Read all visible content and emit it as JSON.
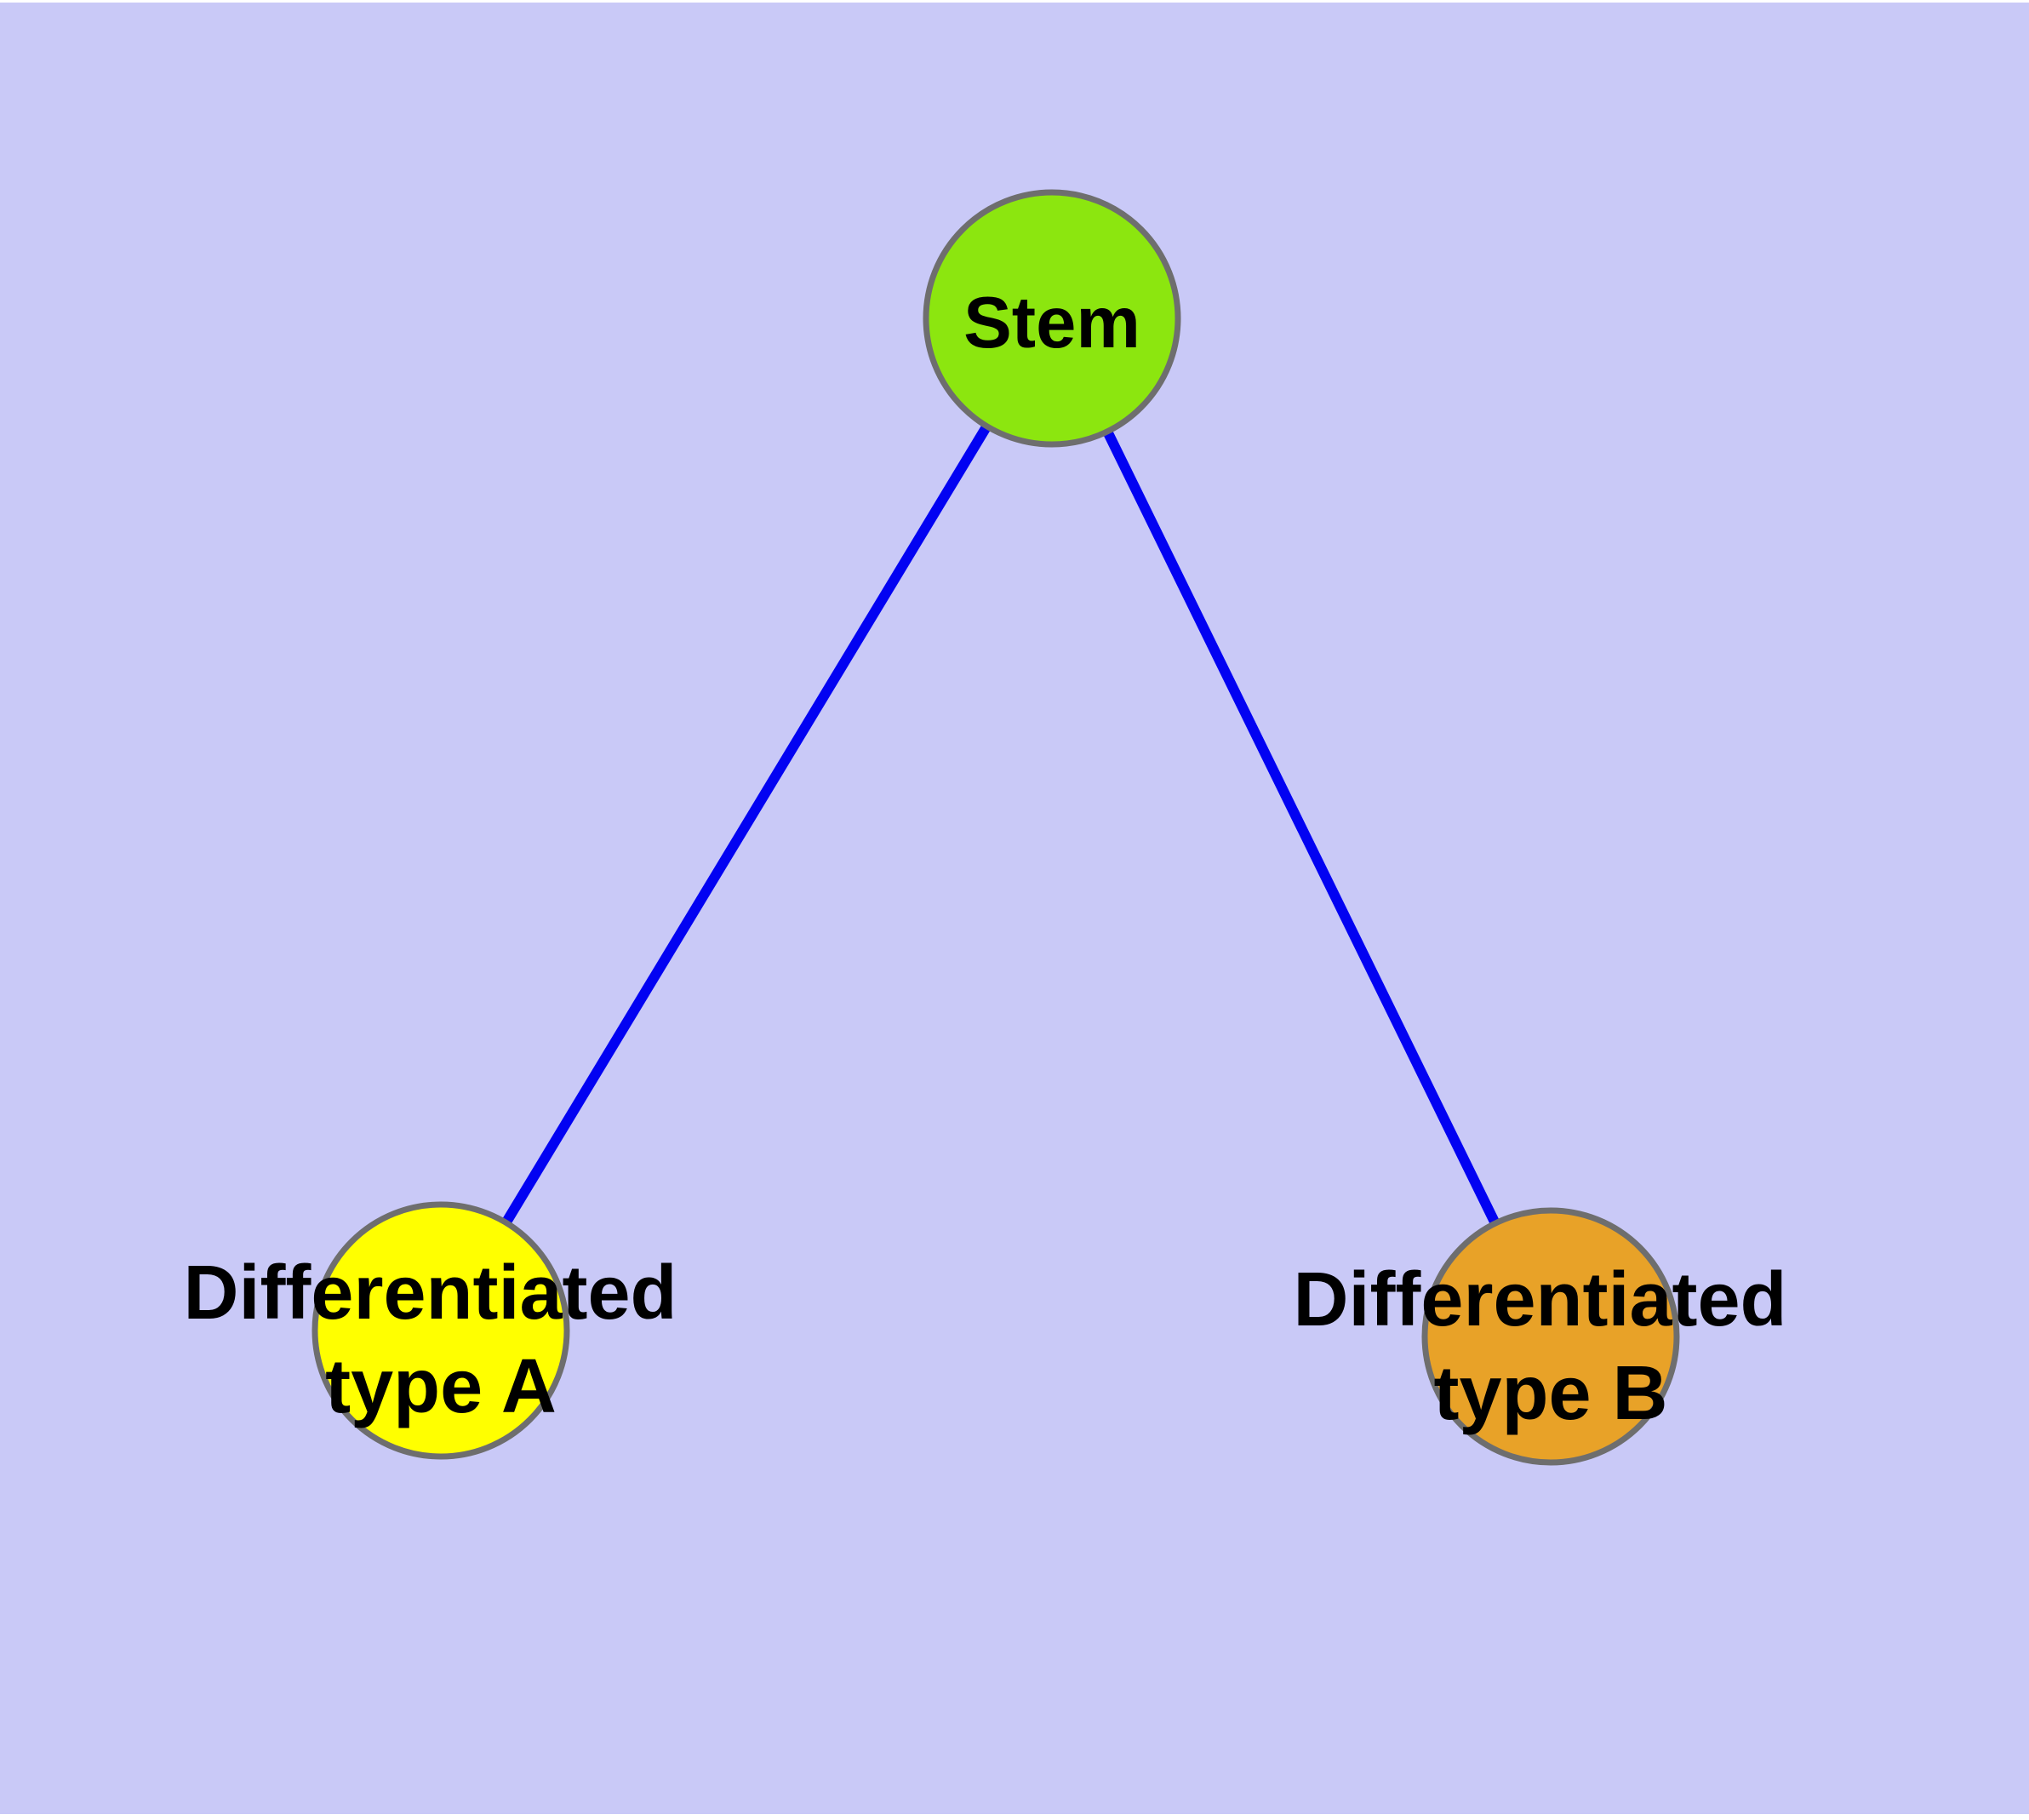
{
  "diagram": {
    "background_color": "#c9c9f7",
    "edge_color": "#0202f2",
    "node_border_color": "#6e6e6e",
    "nodes": {
      "stem": {
        "label": "Stem",
        "fill": "#8ce60f"
      },
      "type_a": {
        "label_line1": "Differentiated",
        "label_line2": "type A",
        "fill": "#ffff00"
      },
      "type_b": {
        "label_line1": "Differentiated",
        "label_line2": "type B",
        "fill": "#e8a228"
      }
    },
    "edges": [
      {
        "from": "Stem",
        "to": "Differentiated type A"
      },
      {
        "from": "Stem",
        "to": "Differentiated type B"
      }
    ]
  }
}
